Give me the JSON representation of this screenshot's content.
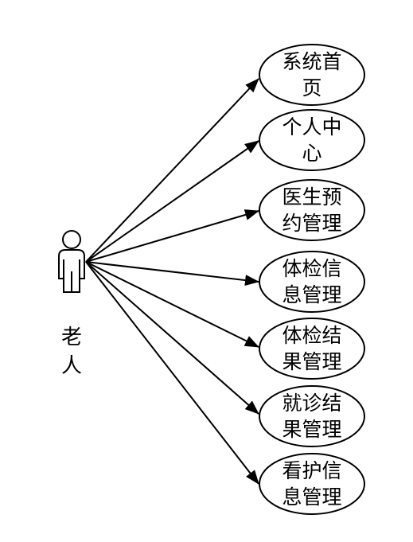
{
  "actor": {
    "line1": "老",
    "line2": "人"
  },
  "use_cases": [
    {
      "line1": "系统首",
      "line2": "页"
    },
    {
      "line1": "个人中",
      "line2": "心"
    },
    {
      "line1": "医生预",
      "line2": "约管理"
    },
    {
      "line1": "体检信",
      "line2": "息管理"
    },
    {
      "line1": "体检结",
      "line2": "果管理"
    },
    {
      "line1": "就诊结",
      "line2": "果管理"
    },
    {
      "line1": "看护信",
      "line2": "息管理"
    }
  ]
}
